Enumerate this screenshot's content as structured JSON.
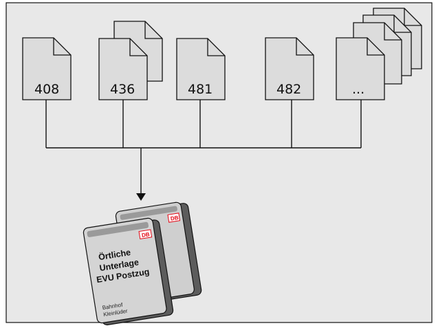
{
  "documents": [
    {
      "label": "408"
    },
    {
      "label": "436"
    },
    {
      "label": "481"
    },
    {
      "label": "482"
    },
    {
      "label": "..."
    }
  ],
  "binder": {
    "title_line1": "Örtliche",
    "title_line2": "Unterlage",
    "title_line3": "EVU Postzug",
    "footer_line1": "Bahnhof",
    "footer_line2": "Kleinlüder",
    "logo": "DB"
  },
  "colors": {
    "background": "#e8e8e8",
    "document_fill": "#dcdcdc",
    "line": "#111111",
    "logo_red": "#e30613"
  }
}
